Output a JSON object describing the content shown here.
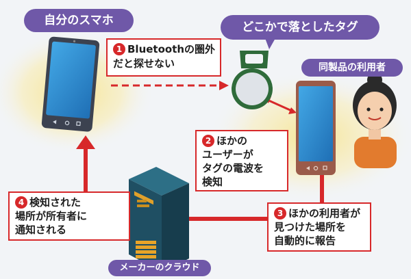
{
  "labels": {
    "my_phone": "自分のスマホ",
    "lost_tag": "どこかで落としたタグ",
    "other_user": "同製品の利用者",
    "cloud": "メーカーのクラウド"
  },
  "steps": [
    {
      "num": "1",
      "lines": [
        "Bluetoothの圏外",
        "だと探せない"
      ]
    },
    {
      "num": "2",
      "lines": [
        "ほかの",
        "ユーザーが",
        "タグの電波を",
        "検知"
      ]
    },
    {
      "num": "3",
      "lines": [
        "ほかの利用者が",
        "見つけた場所を",
        "自動的に報告"
      ]
    },
    {
      "num": "4",
      "lines": [
        "検知された",
        "場所が所有者に",
        "通知される"
      ]
    }
  ],
  "colors": {
    "accent_red": "#d7282a",
    "label_purple": "#6f58a8",
    "phone_screen": "#2e8fd2",
    "tag_green": "#2f6b3a",
    "server_teal": "#1f4f63",
    "glow_yellow": "#f7e38a"
  }
}
